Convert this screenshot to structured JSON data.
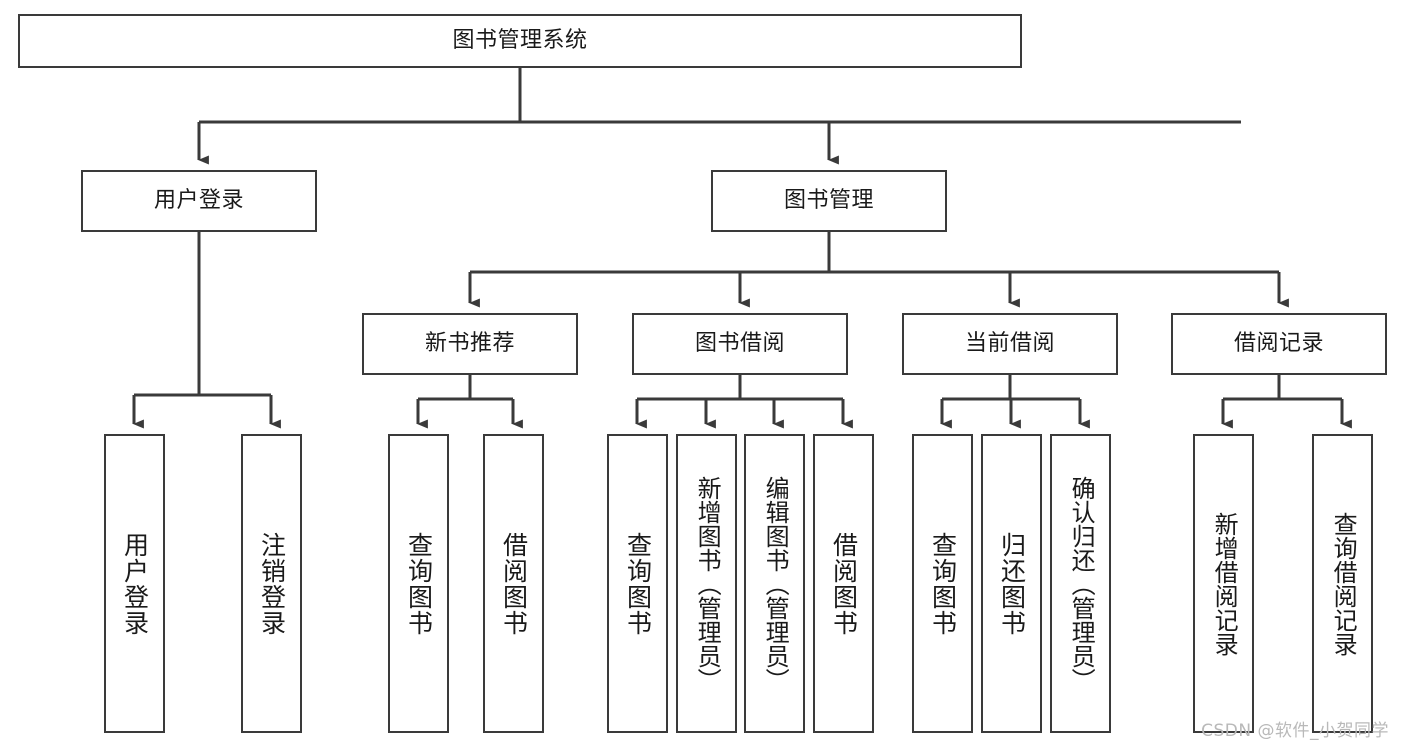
{
  "diagram": {
    "title": "图书管理系统",
    "type": "tree-hierarchy-diagram",
    "colors": {
      "box_border": "#3a3a3a",
      "box_fill": "#ffffff",
      "connector": "#3a3a3a",
      "text": "#1a1a1a",
      "watermark": "#b9b9b9",
      "background": "#ffffff"
    },
    "levels": {
      "root": {
        "label": "图书管理系统",
        "orientation": "horizontal"
      },
      "level2": [
        {
          "label": "用户登录",
          "orientation": "horizontal"
        },
        {
          "label": "图书管理",
          "orientation": "horizontal"
        }
      ],
      "level3": [
        {
          "label": "新书推荐",
          "orientation": "horizontal"
        },
        {
          "label": "图书借阅",
          "orientation": "horizontal"
        },
        {
          "label": "当前借阅",
          "orientation": "horizontal"
        },
        {
          "label": "借阅记录",
          "orientation": "horizontal"
        }
      ],
      "leaves": [
        {
          "label": "用户登录",
          "parent": "用户登录",
          "orientation": "vertical"
        },
        {
          "label": "注销登录",
          "parent": "用户登录",
          "orientation": "vertical"
        },
        {
          "label": "查询图书",
          "parent": "新书推荐",
          "orientation": "vertical"
        },
        {
          "label": "借阅图书",
          "parent": "新书推荐",
          "orientation": "vertical"
        },
        {
          "label": "查询图书",
          "parent": "图书借阅",
          "orientation": "vertical"
        },
        {
          "label": "新增图书（管理员）",
          "parent": "图书借阅",
          "orientation": "vertical"
        },
        {
          "label": "编辑图书（管理员）",
          "parent": "图书借阅",
          "orientation": "vertical"
        },
        {
          "label": "借阅图书",
          "parent": "图书借阅",
          "orientation": "vertical"
        },
        {
          "label": "查询图书",
          "parent": "当前借阅",
          "orientation": "vertical"
        },
        {
          "label": "归还图书",
          "parent": "当前借阅",
          "orientation": "vertical"
        },
        {
          "label": "确认归还（管理员）",
          "parent": "当前借阅",
          "orientation": "vertical"
        },
        {
          "label": "新增借阅记录",
          "parent": "借阅记录",
          "orientation": "vertical"
        },
        {
          "label": "查询借阅记录",
          "parent": "借阅记录",
          "orientation": "vertical"
        }
      ]
    },
    "watermark": "CSDN @软件_小贺同学"
  }
}
